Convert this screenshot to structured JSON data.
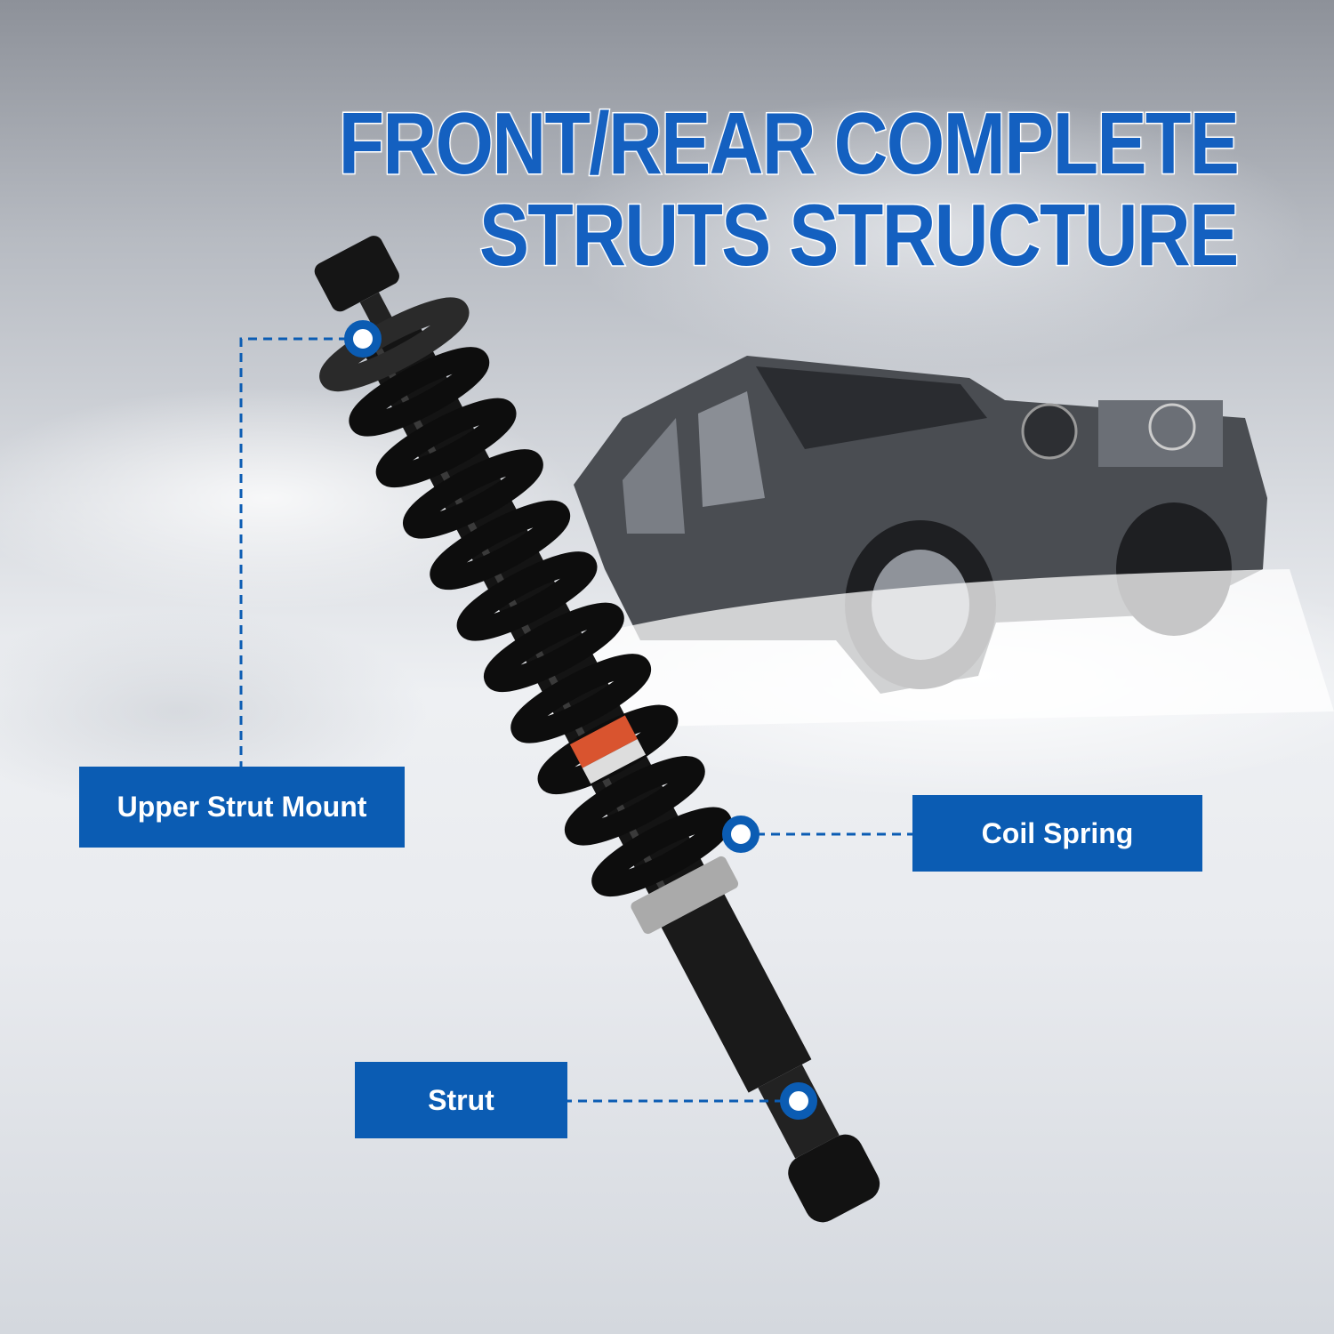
{
  "title": {
    "line1": "FRONT/REAR COMPLETE",
    "line2": "STRUTS STRUCTURE"
  },
  "callouts": [
    {
      "label": "Upper Strut Mount"
    },
    {
      "label": "Coil Spring"
    },
    {
      "label": "Strut"
    }
  ],
  "colors": {
    "accent": "#0b5cb3",
    "title": "#1460c0"
  }
}
